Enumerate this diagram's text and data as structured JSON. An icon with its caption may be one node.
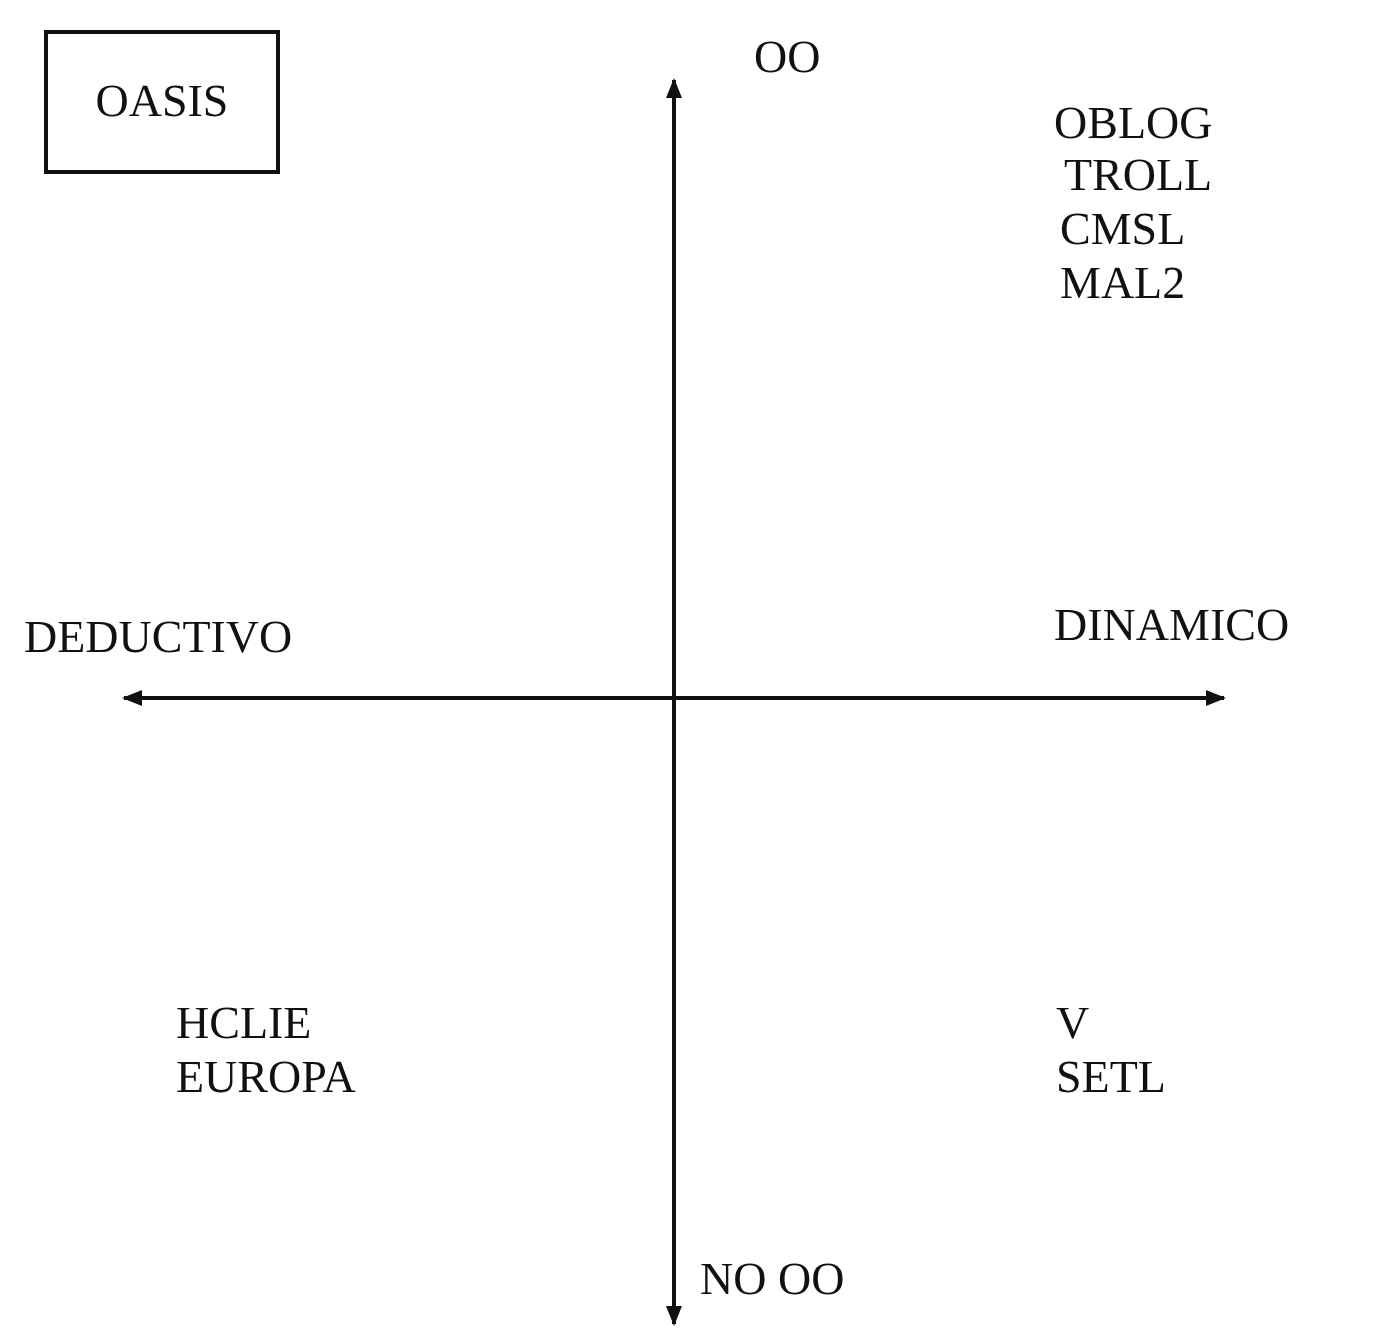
{
  "diagram": {
    "nodes": [
      {
        "text": [
          "OASIS"
        ]
      }
    ],
    "labels": [
      "OO",
      "OBLOG",
      "TROLL",
      "CMSL",
      "MAL2",
      "DEDUCTIVO",
      "DINAMICO",
      "HCLIE",
      "EUROPA",
      "V",
      "SETL",
      "NO OO"
    ]
  }
}
